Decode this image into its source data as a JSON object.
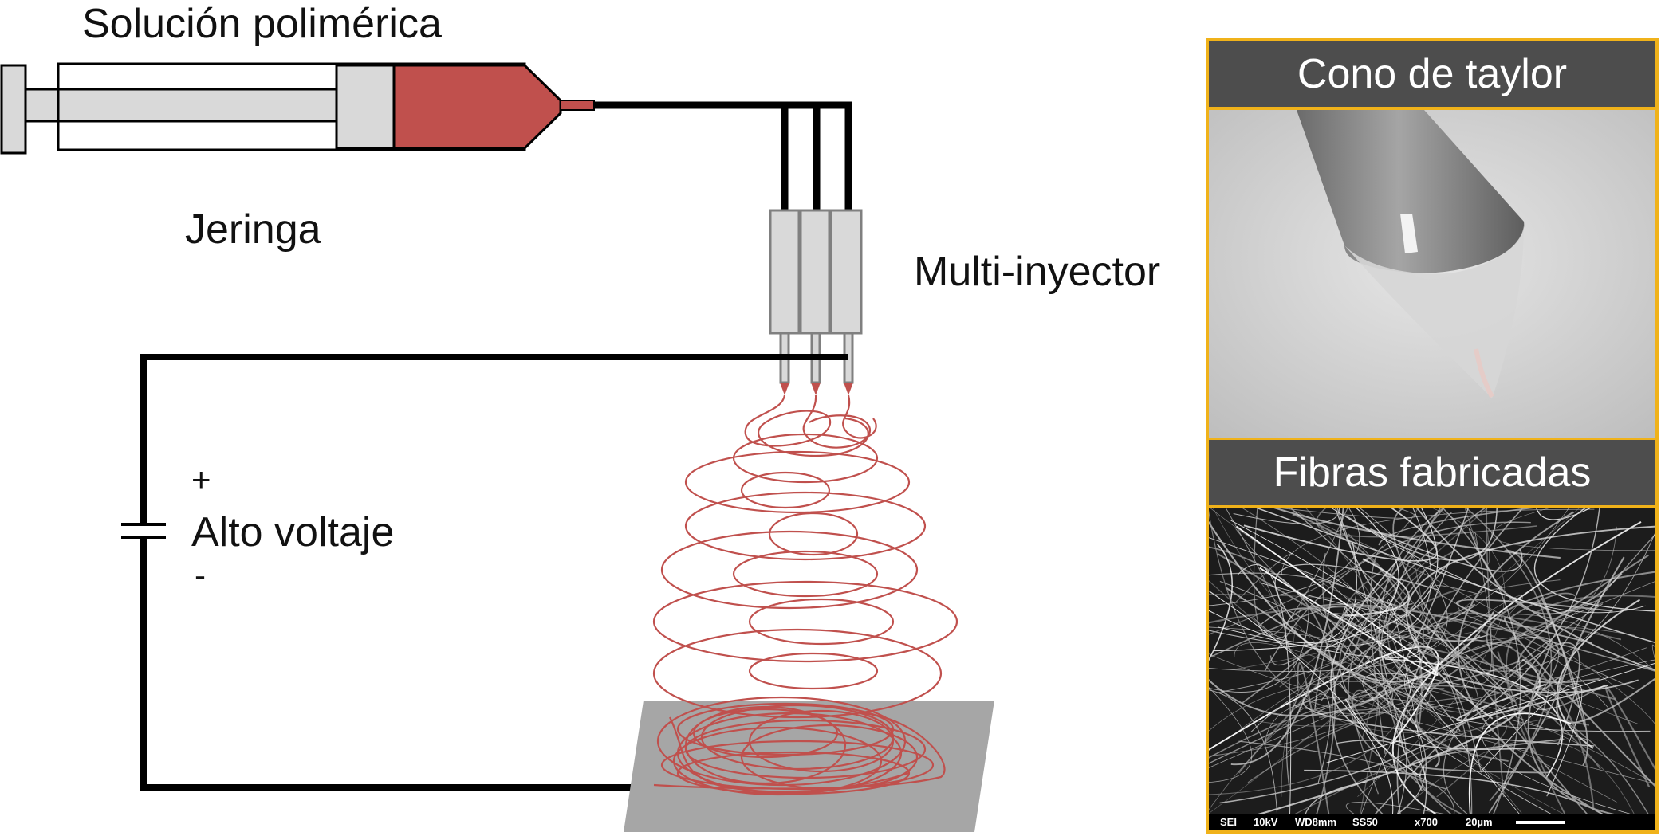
{
  "labels": {
    "solution": "Solución polimérica",
    "syringe": "Jeringa",
    "injector": "Multi-inyector",
    "plus": "+",
    "voltage": "Alto voltaje",
    "minus": "-"
  },
  "panel": {
    "top_title": "Cono de taylor",
    "bottom_title": "Fibras fabricadas",
    "sem_info": [
      "SEI",
      "10kV",
      "WD8mm",
      "SS50",
      "x700",
      "20µm"
    ]
  },
  "colors": {
    "polymer": "#c0504d",
    "fiber": "#c0504d",
    "collector": "#a6a6a6",
    "syringe_body": "#d9d9d9",
    "panel_border": "#f0b21a",
    "panel_header": "#4d4d4d"
  }
}
